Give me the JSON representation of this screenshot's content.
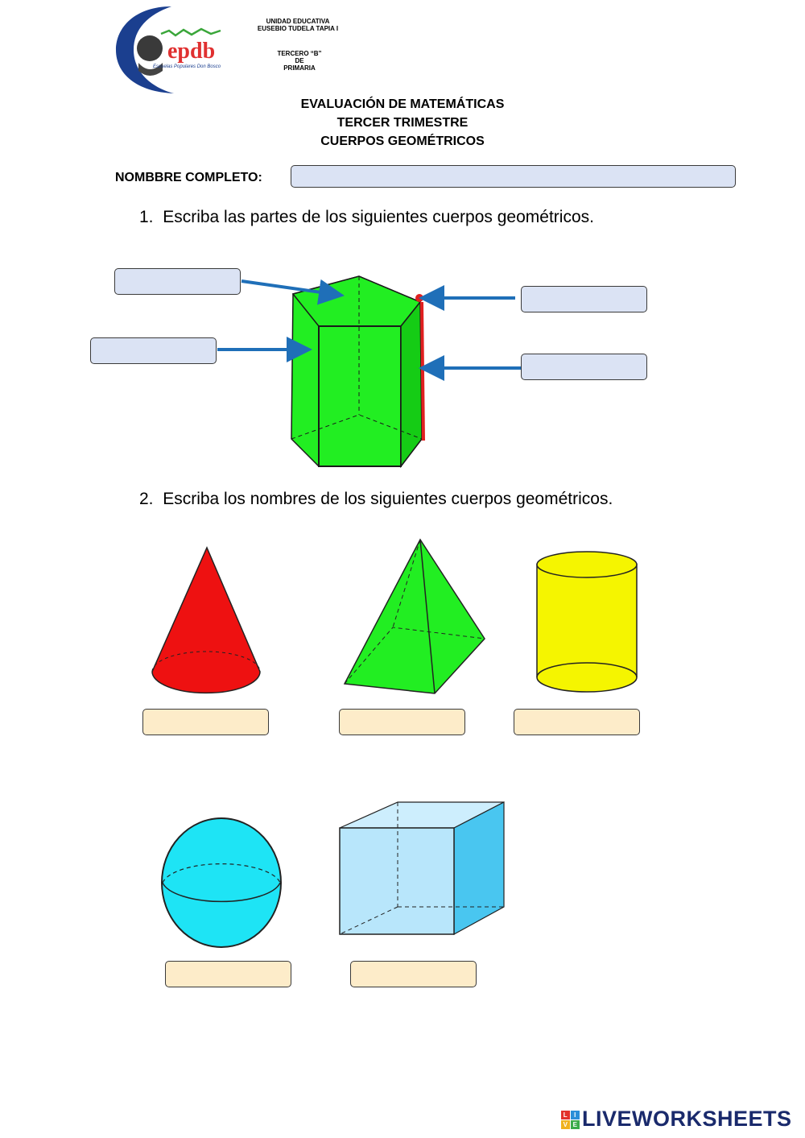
{
  "header": {
    "logo_text": "epdb",
    "logo_subtext": "Escuelas Populares Don Bosco",
    "school_line1": "UNIDAD EDUCATIVA",
    "school_line2": "EUSEBIO TUDELA TAPIA I",
    "grade_line1": "TERCERO “B”",
    "grade_line2": "DE",
    "grade_line3": "PRIMARIA"
  },
  "title": {
    "line1": "EVALUACIÓN DE MATEMÁTICAS",
    "line2": "TERCER TRIMESTRE",
    "line3": "CUERPOS GEOMÉTRICOS"
  },
  "name_label": "NOMBBRE COMPLETO:",
  "questions": {
    "q1_number": "1.",
    "q1_text": "Escriba las partes de los siguientes cuerpos geométricos.",
    "q2_number": "2.",
    "q2_text": "Escriba los nombres de los siguientes cuerpos geométricos."
  },
  "shapes": [
    "cone-icon",
    "pyramid-icon",
    "cylinder-icon",
    "sphere-icon",
    "cube-icon"
  ],
  "colors": {
    "prism": "#22ee22",
    "prism_edge": "#e02020",
    "arrow": "#1f6fb8",
    "cone": "#ee1111",
    "pyramid": "#22ee22",
    "cylinder": "#f5f500",
    "sphere": "#1ee4f5",
    "cube": "#a8ddf7",
    "answer_blue": "#dbe3f4",
    "answer_beige": "#fdecc9"
  },
  "footer": {
    "brand": "LIVEWORKSHEETS",
    "icon_letters": [
      "L",
      "I",
      "V",
      "E"
    ]
  }
}
